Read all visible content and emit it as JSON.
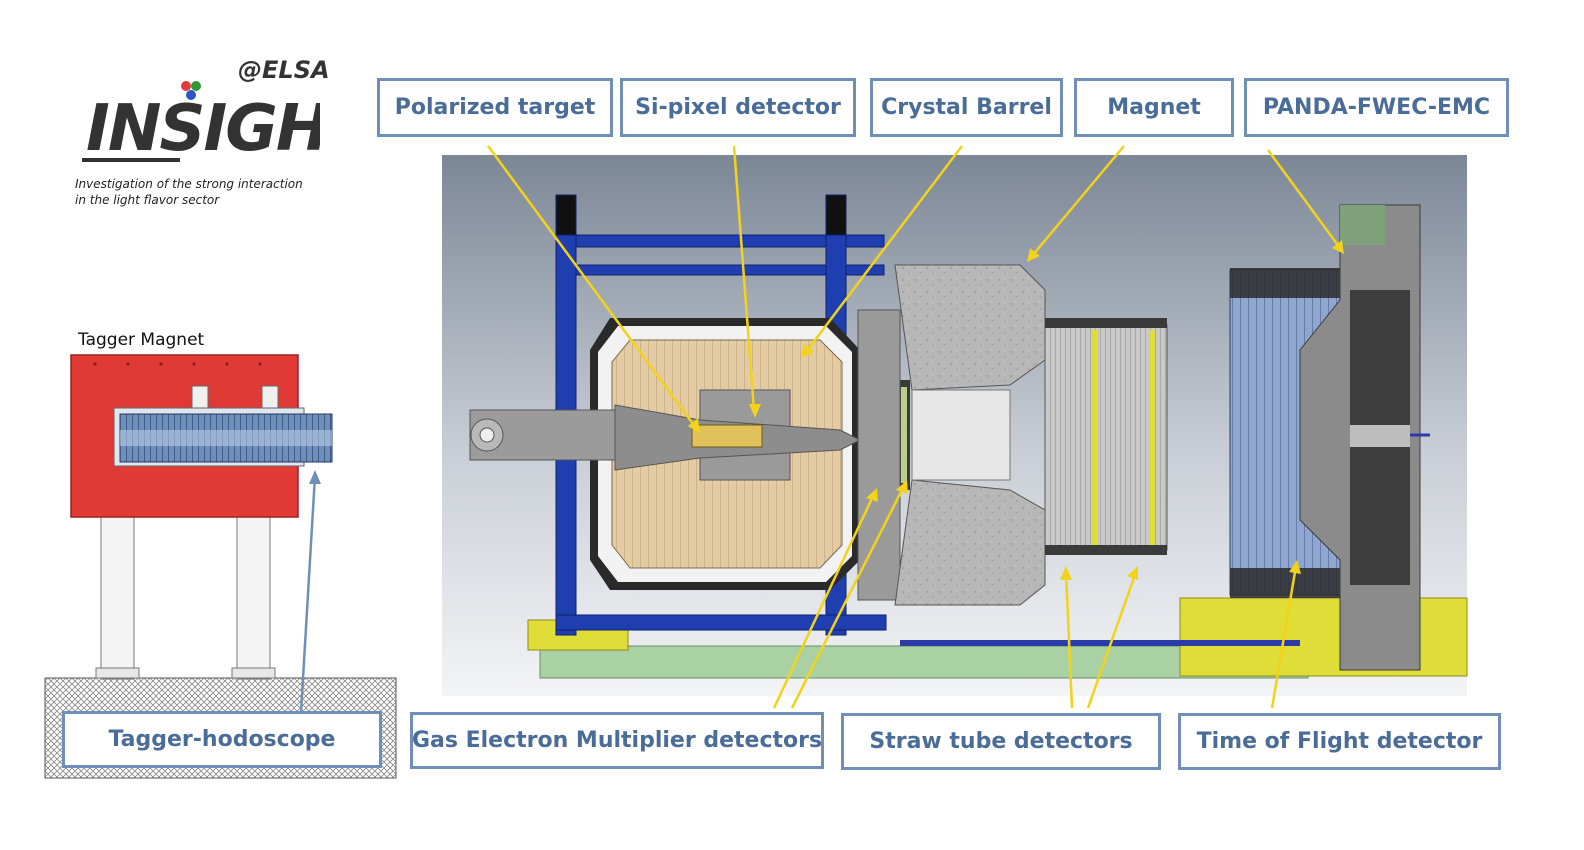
{
  "logo": {
    "wordmark": "INSIGHT",
    "suffix": "@ELSA",
    "subtitle_line1": "Investigation of the strong interaction",
    "subtitle_line2": "in the light flavor sector"
  },
  "tagger": {
    "title": "Tagger Magnet"
  },
  "labels": {
    "polarized_target": "Polarized target",
    "si_pixel": "Si-pixel detector",
    "crystal_barrel": "Crystal Barrel",
    "magnet": "Magnet",
    "panda": "PANDA-FWEC-EMC",
    "tagger_hodoscope": "Tagger-hodoscope",
    "gem": "Gas Electron Multiplier detectors",
    "straw": "Straw tube detectors",
    "tof": "Time of Flight detector"
  },
  "colors": {
    "label_border": "#6f8fb7",
    "label_text": "#4a6c99",
    "pointer": "#f2d21b",
    "tagger_pointer": "#6f8fb7",
    "magnet_red": "#e03a36",
    "frame_blue": "#1f3fb0"
  }
}
